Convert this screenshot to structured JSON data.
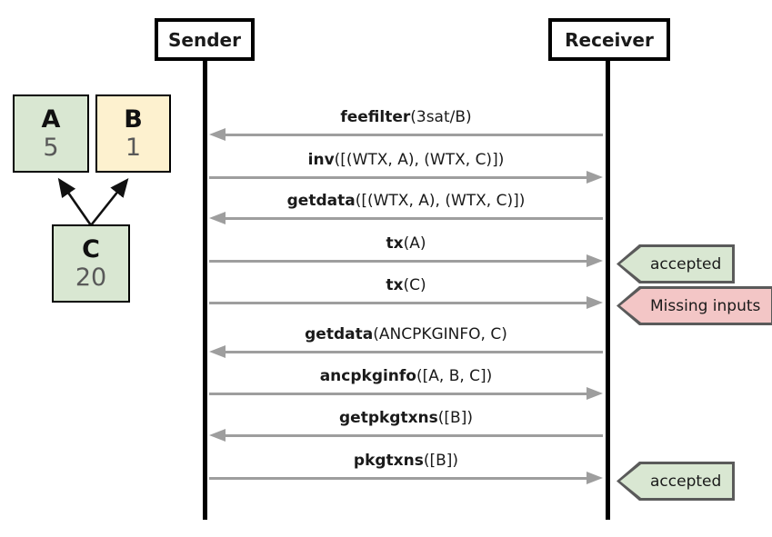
{
  "diagram": {
    "actors": [
      {
        "id": "sender",
        "name": "Sender"
      },
      {
        "id": "receiver",
        "name": "Receiver"
      }
    ],
    "messages": [
      {
        "name": "feefilter",
        "args": "(3sat/B)",
        "direction": "left",
        "tag": null
      },
      {
        "name": "inv",
        "args": "([(WTX, A), (WTX, C)])",
        "direction": "right",
        "tag": null
      },
      {
        "name": "getdata",
        "args": "([(WTX, A), (WTX, C)])",
        "direction": "left",
        "tag": null
      },
      {
        "name": "tx",
        "args": "(A)",
        "direction": "right",
        "tag": {
          "label": "accepted",
          "type": "success"
        }
      },
      {
        "name": "tx",
        "args": "(C)",
        "direction": "right",
        "tag": {
          "label": "Missing inputs",
          "type": "error"
        }
      },
      {
        "name": "getdata",
        "args": "(ANCPKGINFO, C)",
        "direction": "left",
        "tag": null
      },
      {
        "name": "ancpkginfo",
        "args": "([A, B, C])",
        "direction": "right",
        "tag": null
      },
      {
        "name": "getpkgtxns",
        "args": "([B])",
        "direction": "left",
        "tag": null
      },
      {
        "name": "pkgtxns",
        "args": "([B])",
        "direction": "right",
        "tag": {
          "label": "accepted",
          "type": "success"
        }
      }
    ]
  },
  "graph": {
    "nodes": [
      {
        "id": "A",
        "label": "A",
        "value": "5",
        "fill": "#d9e7d2"
      },
      {
        "id": "B",
        "label": "B",
        "value": "1",
        "fill": "#fdf1cf"
      },
      {
        "id": "C",
        "label": "C",
        "value": "20",
        "fill": "#d9e7d2"
      }
    ],
    "edges": [
      {
        "from": "C",
        "to": "A"
      },
      {
        "from": "C",
        "to": "B"
      }
    ]
  },
  "colors": {
    "success_bg": "#d9e7d2",
    "error_bg": "#f3c6c6",
    "arrow_gray": "#9e9e9e",
    "tag_border": "#5a5a5a",
    "node_border": "#000000"
  }
}
